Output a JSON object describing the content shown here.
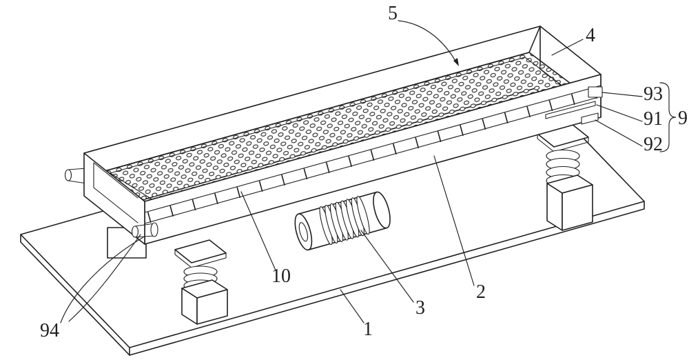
{
  "figure": {
    "background": "#ffffff",
    "line_color": "#1f1f1f",
    "labels": {
      "ref5": "5",
      "ref4": "4",
      "ref93": "93",
      "ref91": "91",
      "ref9": "9",
      "ref92": "92",
      "ref2": "2",
      "ref10": "10",
      "ref3": "3",
      "ref1": "1",
      "ref94": "94"
    }
  }
}
